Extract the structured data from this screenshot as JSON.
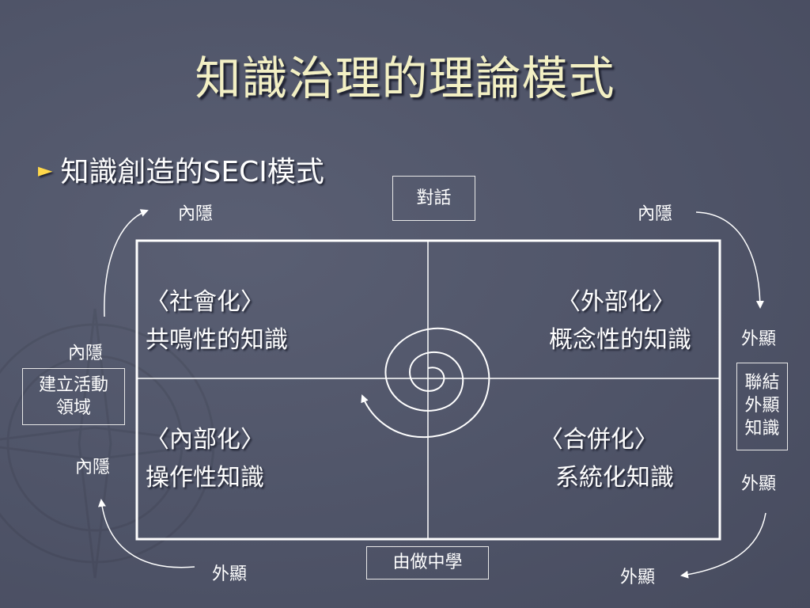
{
  "slide": {
    "title": "知識治理的理論模式",
    "bullet": "知識創造的SECI模式"
  },
  "boxes": {
    "top": "對話",
    "bottom": "由做中學",
    "left_line1": "建立活動",
    "left_line2": "領域",
    "right_line1": "聯結",
    "right_line2": "外顯",
    "right_line3": "知識"
  },
  "labels": {
    "top_left": "內隱",
    "top_right": "內隱",
    "left_upper": "內隱",
    "left_lower": "內隱",
    "right_upper": "外顯",
    "right_lower": "外顯",
    "bottom_left": "外顯",
    "bottom_right": "外顯"
  },
  "quadrants": {
    "socialization": {
      "heading": "〈社會化〉",
      "body": "共鳴性的知識"
    },
    "externalization": {
      "heading": "〈外部化〉",
      "body": "概念性的知識"
    },
    "internalization": {
      "heading": "〈內部化〉",
      "body": "操作性知識"
    },
    "combination": {
      "heading": "〈合併化〉",
      "body": "系統化知識"
    }
  },
  "colors": {
    "background": "#52576b",
    "title": "#f3f0c4",
    "bullet_marker": "#ffd84a",
    "lines": "#ffffff"
  }
}
